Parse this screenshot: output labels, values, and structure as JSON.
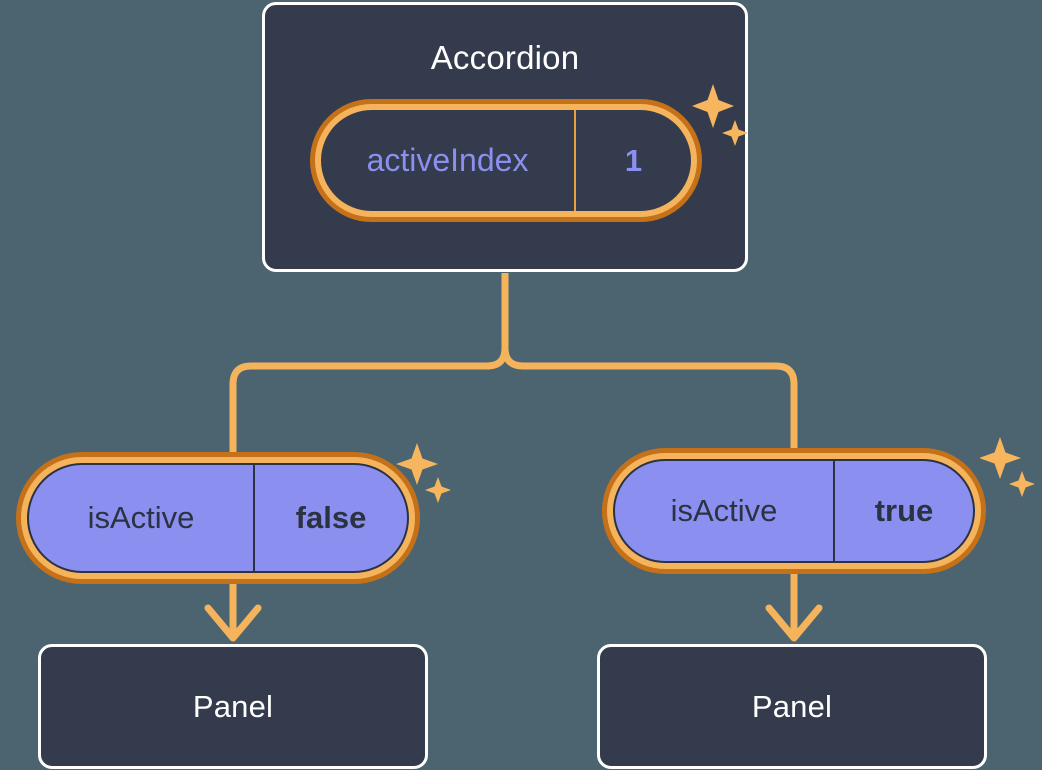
{
  "theme": {
    "background": "#4c6470",
    "component_fill": "#343b4c",
    "component_border": "#ffffff",
    "ring_outer": "#c4711a",
    "ring_inner": "#f5b45c",
    "connector": "#f5b45c",
    "state_fill": "#8b8fef",
    "state_text": "#2b3242",
    "accent_text": "#8b8fef",
    "divider_amber": "#e9a23b"
  },
  "diagram": {
    "type": "component-state-tree",
    "root": {
      "name": "accordion-node",
      "title": "Accordion",
      "state": {
        "key": "activeIndex",
        "value": "1",
        "highlighted": true
      }
    },
    "children": [
      {
        "name": "panel-branch-left",
        "state": {
          "key": "isActive",
          "value": "false",
          "highlighted": true
        },
        "component": {
          "title": "Panel"
        }
      },
      {
        "name": "panel-branch-right",
        "state": {
          "key": "isActive",
          "value": "true",
          "highlighted": true
        },
        "component": {
          "title": "Panel"
        }
      }
    ]
  },
  "icons": {
    "sparkle": "sparkle-icon"
  }
}
